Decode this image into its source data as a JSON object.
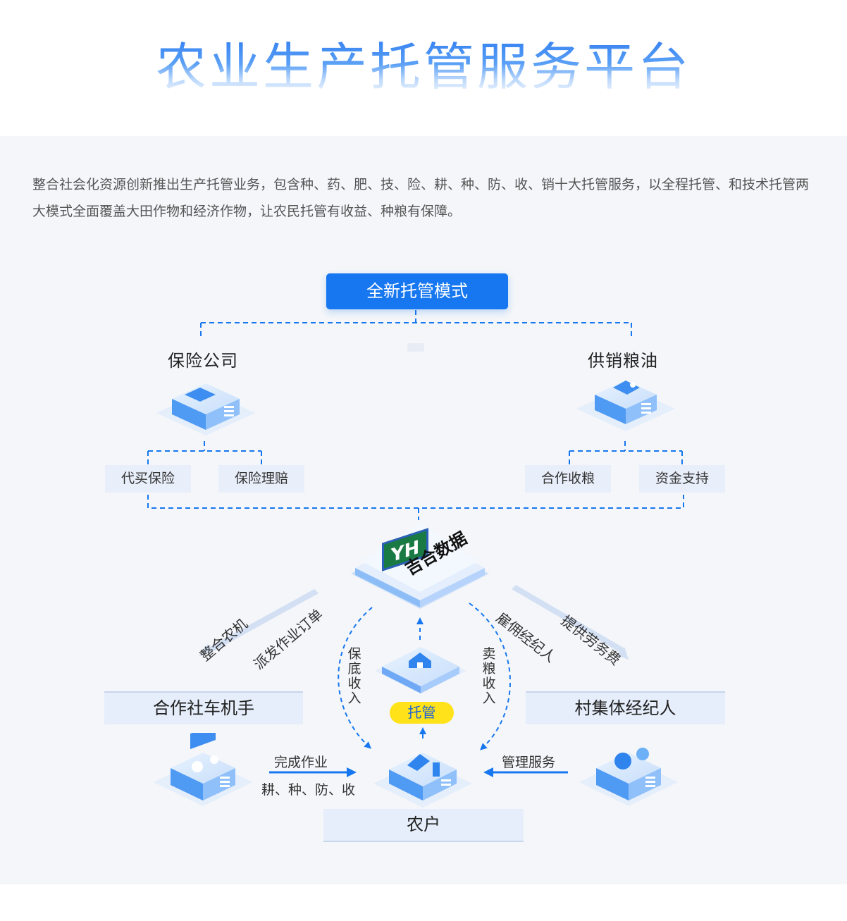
{
  "page": {
    "title": "农业生产托管服务平台",
    "intro": "整合社会化资源创新推出生产托管业务，包含种、药、肥、技、险、耕、种、防、收、销十大托管服务，以全程托管、和技术托管两大模式全面覆盖大田作物和经济作物，让农民托管有收益、种粮有保障。"
  },
  "diagram": {
    "top_button": "全新托管模式",
    "left_group": {
      "heading": "保险公司",
      "chips": [
        "代买保险",
        "保险理赔"
      ]
    },
    "right_group": {
      "heading": "供销粮油",
      "chips": [
        "合作收粮",
        "资金支持"
      ]
    },
    "center_brand": {
      "logo_text": "YH",
      "name": "吉合数据"
    },
    "left_arrow_labels": [
      "整合农机",
      "派发作业订单"
    ],
    "right_arrow_labels": [
      "雇佣经纪人",
      "提供劳务费"
    ],
    "center_left_label": "保底收入",
    "center_right_label": "卖粮收入",
    "tuoguan_tag": "托管",
    "left_bar": "合作社车机手",
    "right_bar": "村集体经纪人",
    "left_flow": {
      "top": "完成作业",
      "bottom": "耕、种、防、收"
    },
    "right_flow": "管理服务",
    "farmer_bar": "农户",
    "icons": [
      "building-icon",
      "shop-icon",
      "house-hand-icon",
      "tractor-icon",
      "farmer-icon",
      "broker-icon"
    ],
    "accent_color": "#1677f0",
    "tag_color": "#ffe21a"
  }
}
